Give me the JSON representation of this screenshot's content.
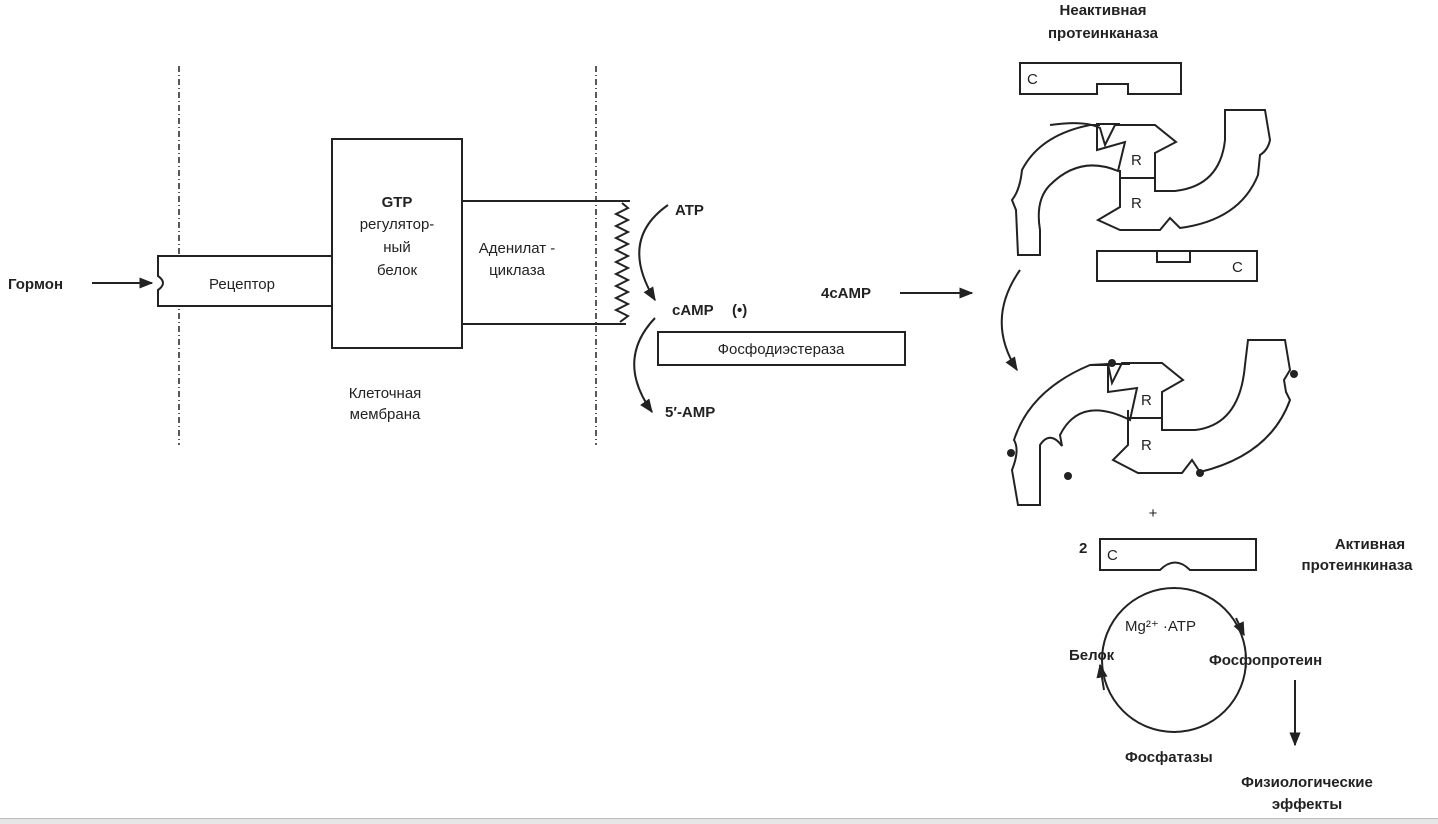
{
  "membrane": {
    "hormone": "Гормон",
    "receptor": "Рецептор",
    "gtp_protein": [
      "GTP",
      "регулятор-",
      "ный",
      "белок"
    ],
    "adenylate_cyclase": [
      "Аденилат -",
      "циклаза"
    ],
    "cell_membrane": [
      "Клеточная",
      "мембрана"
    ]
  },
  "camp_cycle": {
    "atp": "ATP",
    "camp": "cAMP",
    "camp_symbol": "(•)",
    "phosphodiesterase": "Фосфодиэстераза",
    "amp5": "5′-AMP",
    "camp4": "4cAMP"
  },
  "kinase": {
    "inactive_title": [
      "Неактивная",
      "протеинканаза"
    ],
    "c_label": "C",
    "r_label": "R",
    "plus": "+",
    "multiplier": "2",
    "active_title": [
      "Активная",
      "протеинкиназа"
    ]
  },
  "phospho_cycle": {
    "cofactor": "Mg²⁺ ·ATP",
    "protein": "Белок",
    "phosphoprotein": "Фосфопротеин",
    "phosphatases": "Фосфатазы",
    "effects": [
      "Физиологические",
      "эффекты"
    ]
  }
}
